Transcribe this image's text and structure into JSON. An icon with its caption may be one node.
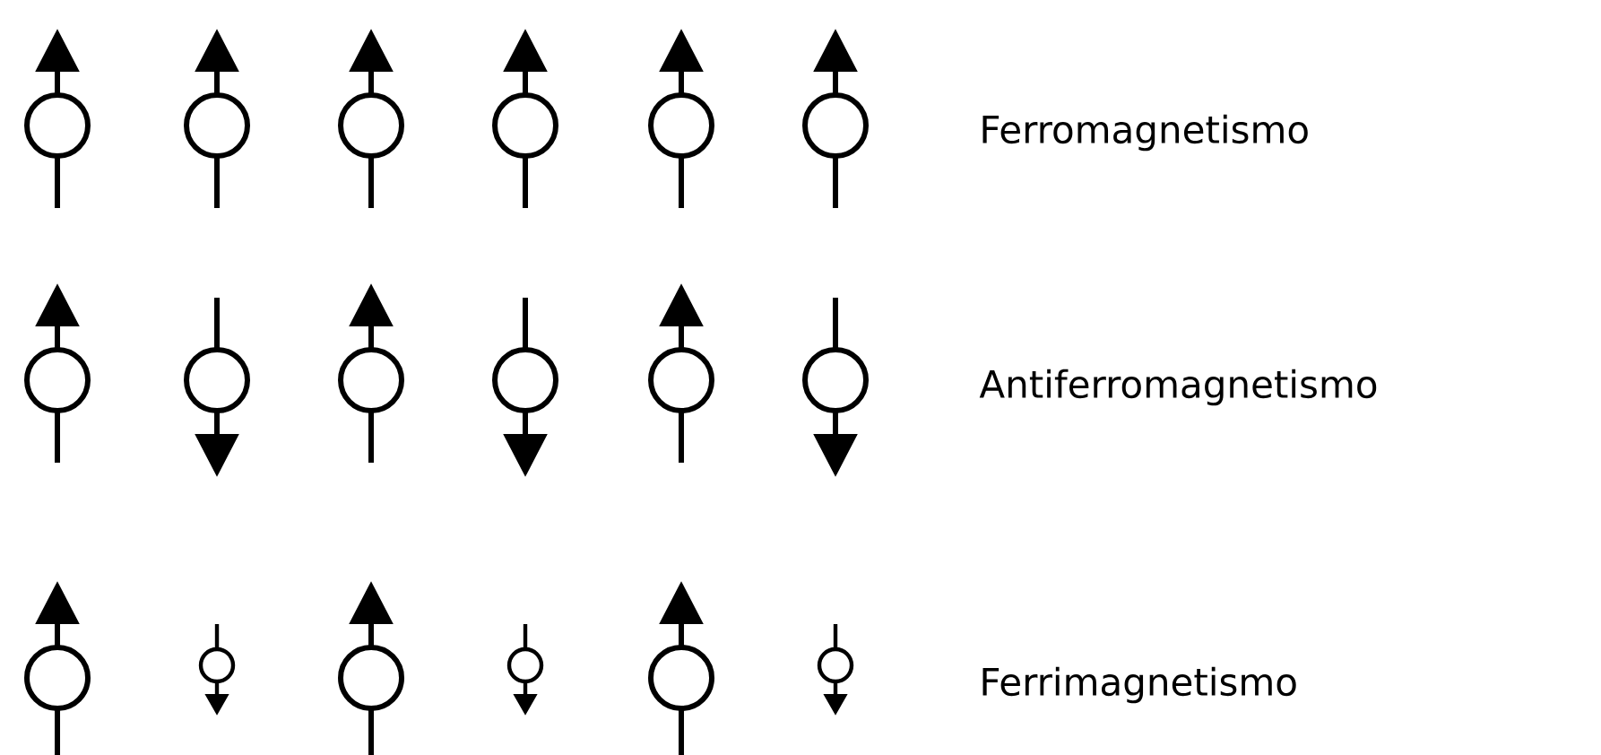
{
  "diagram": {
    "labels": [
      "Ferromagnetismo",
      "Antiferromagnetismo",
      "Ferrimagnetismo"
    ]
  }
}
